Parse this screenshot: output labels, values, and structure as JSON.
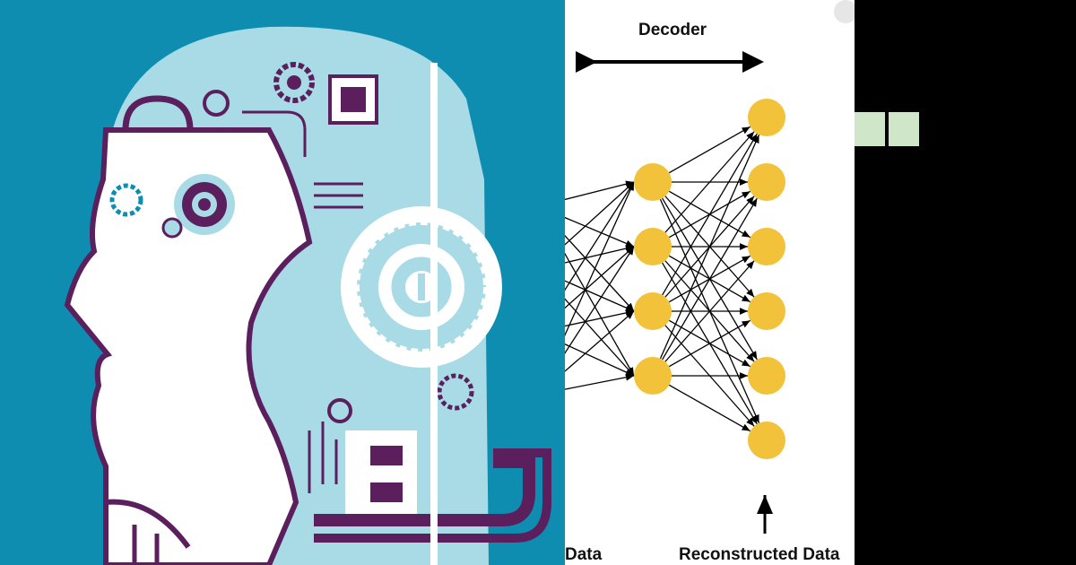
{
  "diagram": {
    "decoder_label": "Decoder",
    "input_label": "Data",
    "output_label": "Reconstructed Data",
    "hidden_layer_nodes": 4,
    "output_layer_nodes": 6,
    "node_color": "#f2c23a"
  },
  "illustration": {
    "subject": "robot head profile with circuit board",
    "background_color": "#0e8db0",
    "accent_color": "#5b1f5e",
    "light_color": "#a8dbe6"
  },
  "overlay": {
    "close_icon": "close-icon",
    "accent_squares_color": "#cfe7c8"
  }
}
